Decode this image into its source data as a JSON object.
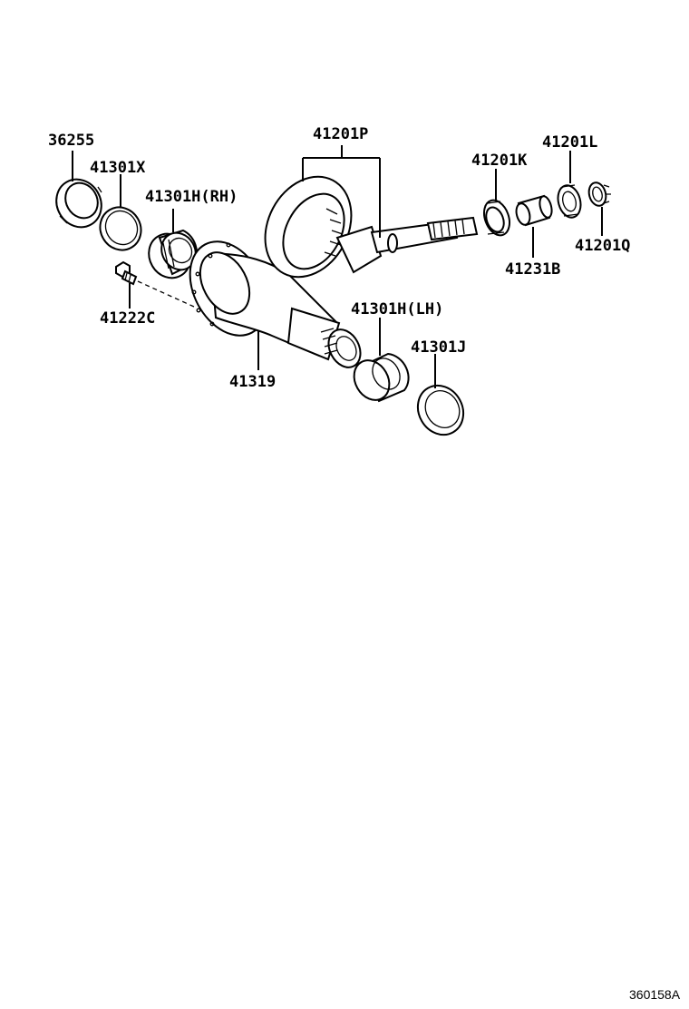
{
  "diagram": {
    "labels": {
      "p36255": "36255",
      "p41301X": "41301X",
      "p41301H_RH": "41301H(RH)",
      "p41201P": "41201P",
      "p41201K": "41201K",
      "p41201L": "41201L",
      "p41201Q": "41201Q",
      "p41231B": "41231B",
      "p41222C": "41222C",
      "p41301H_LH": "41301H(LH)",
      "p41301J": "41301J",
      "p41319": "41319"
    },
    "figure_code": "360158A"
  }
}
